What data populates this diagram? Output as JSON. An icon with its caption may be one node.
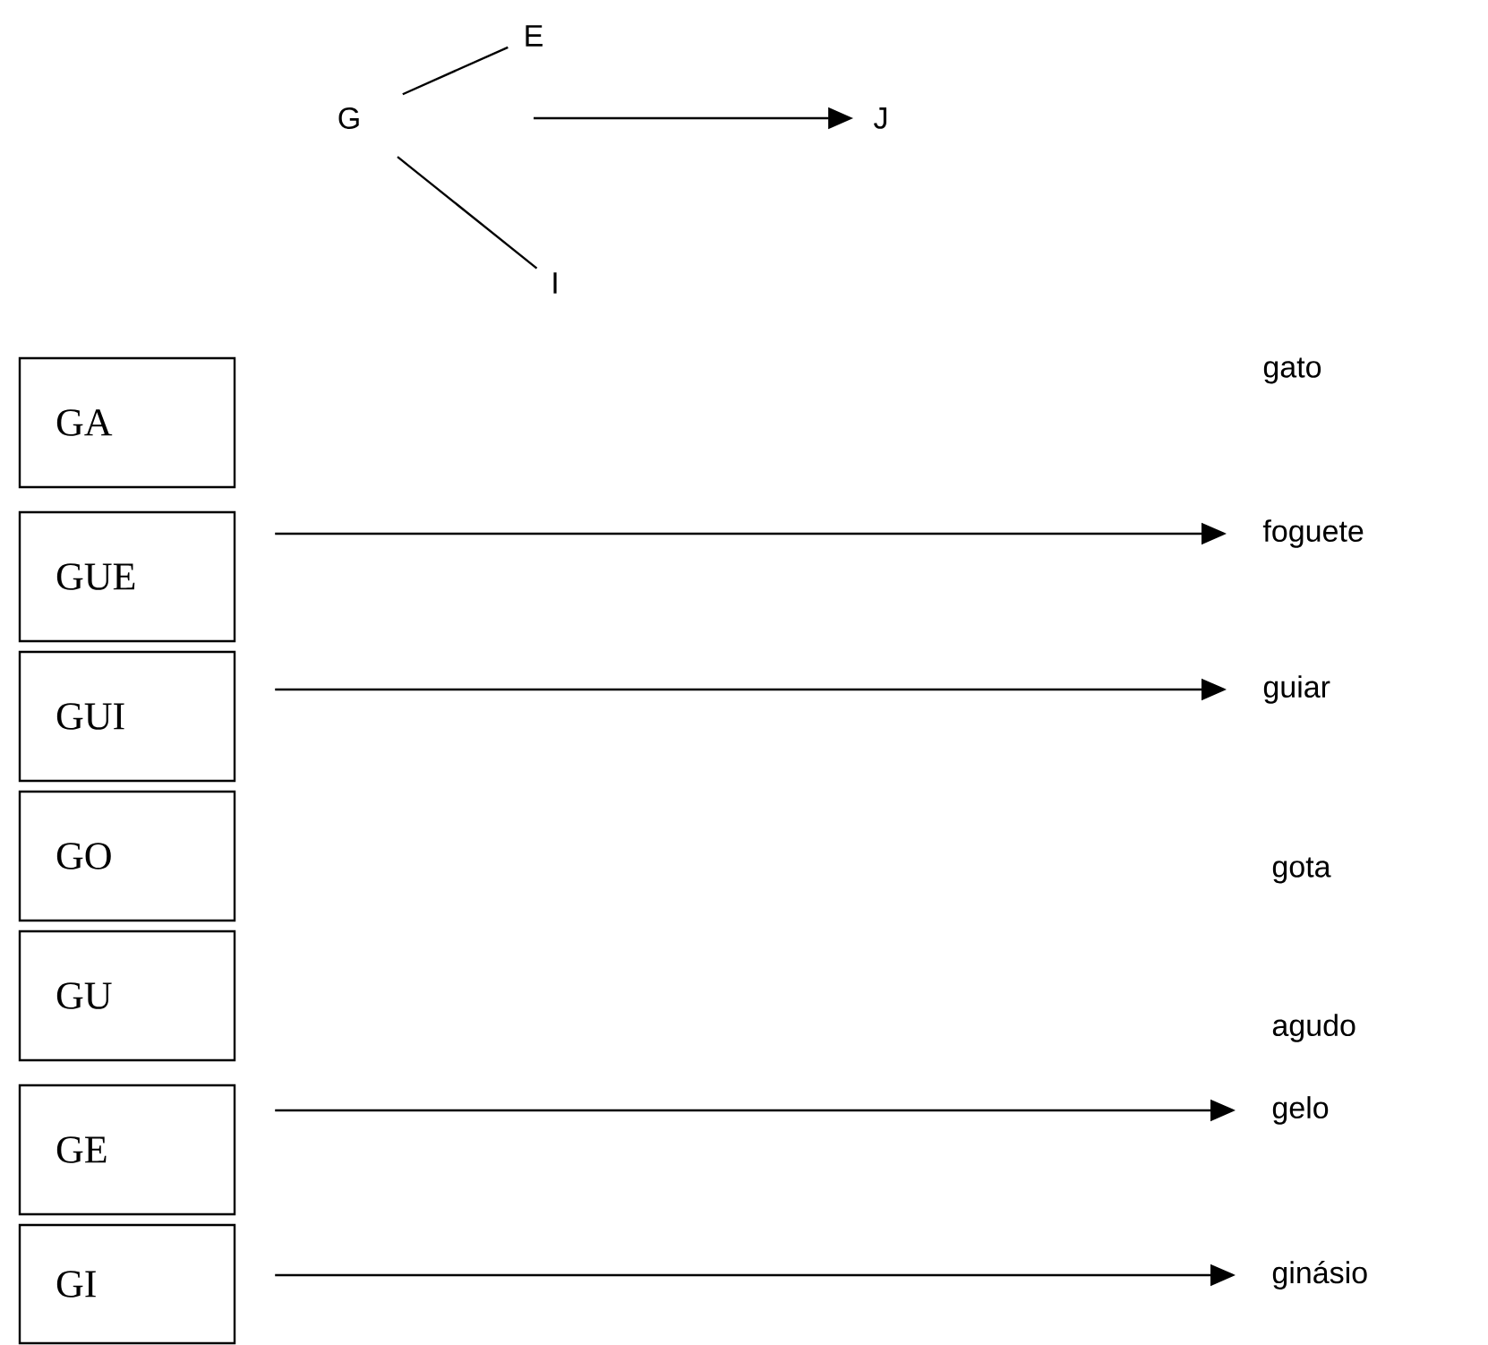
{
  "diagram": {
    "nodes": [
      {
        "text": [
          "G"
        ]
      },
      {
        "text": [
          "E"
        ]
      },
      {
        "text": [
          "I"
        ]
      },
      {
        "text": [
          "J"
        ]
      },
      {
        "text": [
          "GA"
        ]
      },
      {
        "text": [
          "GUE"
        ]
      },
      {
        "text": [
          "GUI"
        ]
      },
      {
        "text": [
          "GO"
        ]
      },
      {
        "text": [
          "GU"
        ]
      },
      {
        "text": [
          "GE"
        ]
      },
      {
        "text": [
          "GI"
        ]
      },
      {
        "text": [
          "foguete"
        ]
      },
      {
        "text": [
          "guiar"
        ]
      },
      {
        "text": [
          "gelo"
        ]
      },
      {
        "text": [
          "ginásio"
        ]
      }
    ],
    "edges": [
      {
        "from": 0,
        "to": 1,
        "arrow": "none"
      },
      {
        "from": 0,
        "to": 2,
        "arrow": "none"
      },
      {
        "from": null,
        "to": 3,
        "arrow": "to"
      },
      {
        "from": 5,
        "to": 11,
        "arrow": "to"
      },
      {
        "from": 6,
        "to": 12,
        "arrow": "to"
      },
      {
        "from": 9,
        "to": 13,
        "arrow": "to"
      },
      {
        "from": 10,
        "to": 14,
        "arrow": "to"
      }
    ],
    "labels": [
      "gato",
      "gota",
      "agudo"
    ]
  }
}
